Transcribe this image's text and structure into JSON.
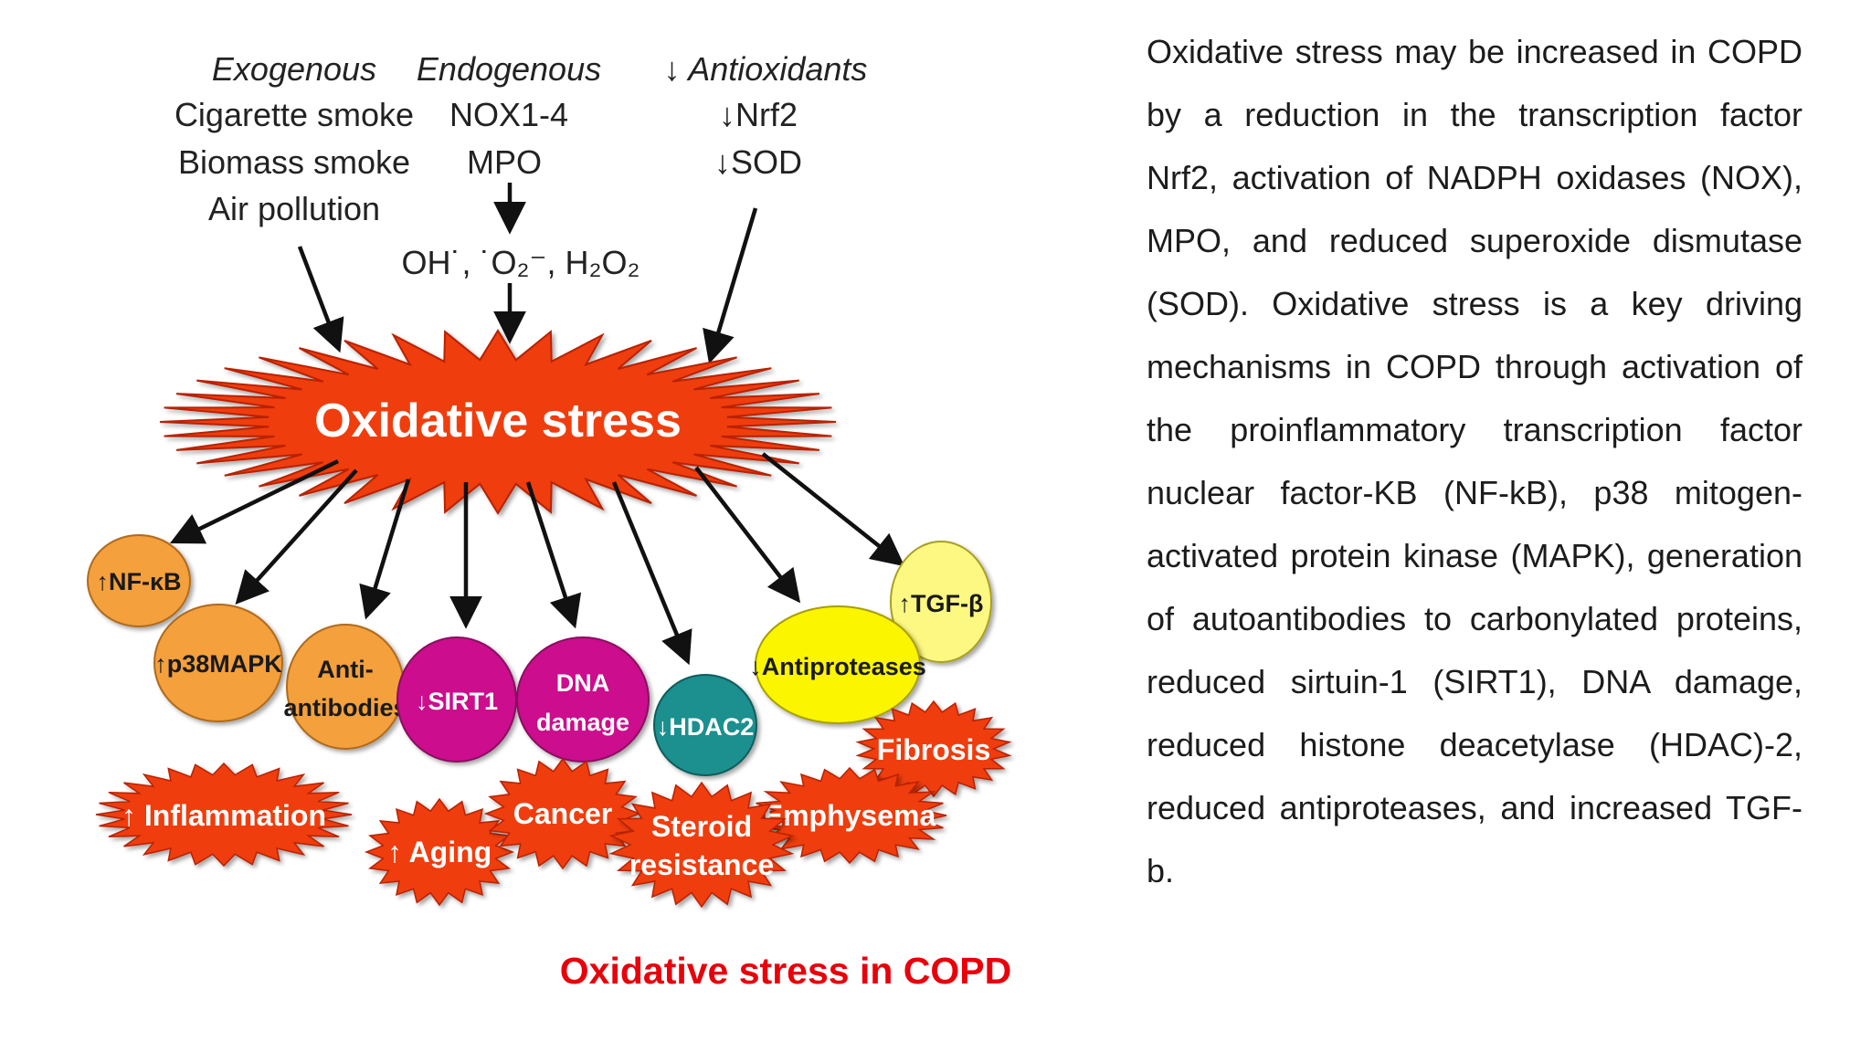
{
  "sources": {
    "exogenous": {
      "heading": "Exogenous",
      "items": [
        "Cigarette smoke",
        "Biomass smoke",
        "Air pollution"
      ]
    },
    "endogenous": {
      "heading": "Endogenous",
      "items": [
        "NOX1-4",
        "MPO"
      ],
      "products": "OH˙, ˙O₂⁻, H₂O₂"
    },
    "antioxidants": {
      "heading": "↓ Antioxidants",
      "items": [
        "↓Nrf2",
        "↓SOD"
      ]
    }
  },
  "center": {
    "label": "Oxidative stress"
  },
  "mediators": [
    {
      "label": "↑NF-κB"
    },
    {
      "label": "↑p38MAPK"
    },
    {
      "label": "Anti-",
      "label2": "antibodies"
    },
    {
      "label": "↓SIRT1"
    },
    {
      "label": "DNA",
      "label2": "damage"
    },
    {
      "label": "↓HDAC2"
    },
    {
      "label": "↓Antiproteases"
    },
    {
      "label": "↑TGF-β"
    }
  ],
  "outcomes": [
    {
      "label": "↑ Inflammation"
    },
    {
      "label": "↑ Aging"
    },
    {
      "label": "Cancer"
    },
    {
      "label": "Steroid",
      "label2": "resistance"
    },
    {
      "label": "Emphysema"
    },
    {
      "label": "Fibrosis"
    }
  ],
  "colors": {
    "burst": "#f03c10",
    "orange_node": "#f3a03c",
    "magenta_node": "#cc0e8d",
    "teal_node": "#1e8f8f",
    "yellow_node": "#fbf500",
    "pale_yellow_node": "#fdf882",
    "caption": "#e8000b"
  },
  "caption": "Oxidative stress in COPD",
  "description": "Oxidative stress may be increased in COPD by a reduction in the transcription factor Nrf2, activation of NADPH oxidases (NOX), MPO, and reduced superoxide dismutase (SOD). Oxidative stress is a key driving mechanisms in COPD through activation of the proinflammatory transcription factor nuclear factor-KB (NF-kB), p38 mitogen-activated protein kinase (MAPK), generation of autoantibodies to carbonylated proteins, reduced sirtuin-1 (SIRT1), DNA damage, reduced histone deacetylase (HDAC)-2, reduced antiproteases, and increased TGF-b."
}
